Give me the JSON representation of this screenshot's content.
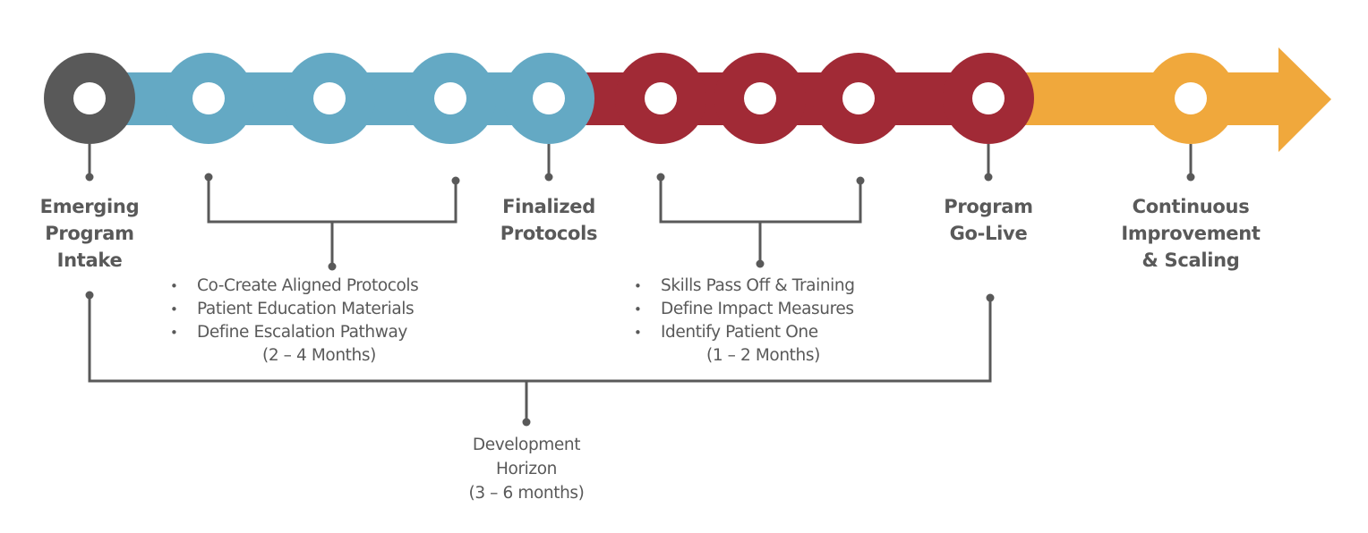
{
  "colors": {
    "intake": "#595959",
    "development": "#64a9c4",
    "implementation": "#a12a36",
    "scaling": "#f0a83c",
    "connector": "#595959",
    "hole": "#ffffff",
    "text": "#595959"
  },
  "timeline": {
    "phases": [
      {
        "name": "intake",
        "color_key": "intake",
        "nodes": 1
      },
      {
        "name": "development",
        "color_key": "development",
        "nodes": 4
      },
      {
        "name": "implementation",
        "color_key": "implementation",
        "nodes": 4
      },
      {
        "name": "scaling",
        "color_key": "scaling",
        "nodes": 1,
        "arrow": true
      }
    ]
  },
  "milestones": [
    {
      "id": "emerging",
      "lines": [
        "Emerging",
        "Program",
        "Intake"
      ]
    },
    {
      "id": "finalized",
      "lines": [
        "Finalized",
        "Protocols"
      ]
    },
    {
      "id": "go-live",
      "lines": [
        "Program",
        "Go-Live"
      ]
    },
    {
      "id": "continuous",
      "lines": [
        "Continuous",
        "Improvement",
        "& Scaling"
      ]
    }
  ],
  "task_groups": [
    {
      "id": "development-tasks",
      "items": [
        "Co-Create Aligned Protocols",
        "Patient Education Materials",
        "Define Escalation Pathway"
      ],
      "duration": "(2 – 4 Months)"
    },
    {
      "id": "implementation-tasks",
      "items": [
        "Skills Pass Off & Training",
        "Define Impact Measures",
        "Identify Patient One"
      ],
      "duration": "(1 – 2 Months)"
    }
  ],
  "horizon": {
    "lines": [
      "Development",
      "Horizon",
      "(3 – 6 months)"
    ]
  }
}
